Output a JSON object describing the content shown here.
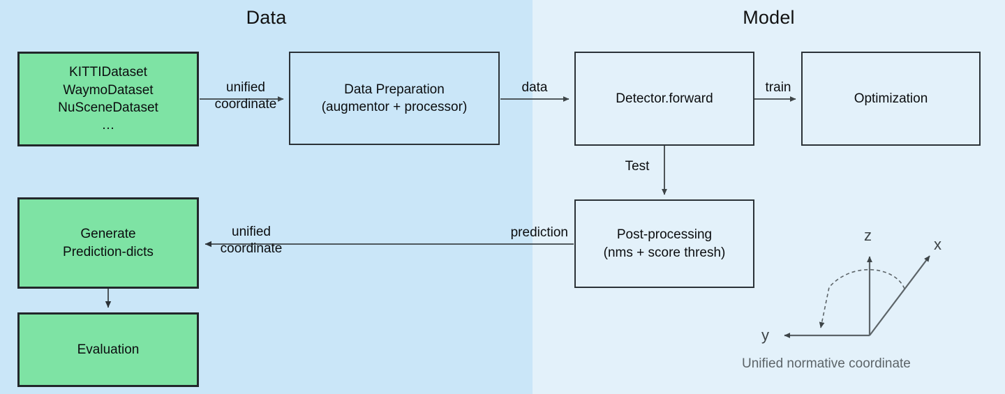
{
  "panels": {
    "data": {
      "title": "Data",
      "bg": "#cae6f8"
    },
    "model": {
      "title": "Model",
      "bg": "#e3f1fa"
    }
  },
  "colors": {
    "green_node": "#7ee3a4",
    "node_border": "#1c2226",
    "arrow": "#3d4447",
    "caption_gray": "#5c6468"
  },
  "nodes": {
    "datasets": "KITTIDataset\nWaymoDataset\nNuSceneDataset\n…",
    "data_preparation": "Data Preparation\n(augmentor + processor)",
    "detector_forward": "Detector.forward",
    "optimization": "Optimization",
    "post_processing": "Post-processing\n(nms + score thresh)",
    "generate_prediction_dicts": "Generate\nPrediction-dicts",
    "evaluation": "Evaluation"
  },
  "edges": {
    "datasets_to_prep": "unified\ncoordinate",
    "prep_to_detector": "data",
    "detector_to_optimization": "train",
    "detector_to_postproc": "Test",
    "postproc_to_generate": "prediction",
    "postproc_to_generate_2": "unified\ncoordinate"
  },
  "coordinate_widget": {
    "axis_x": "x",
    "axis_y": "y",
    "axis_z": "z",
    "caption": "Unified normative coordinate"
  }
}
